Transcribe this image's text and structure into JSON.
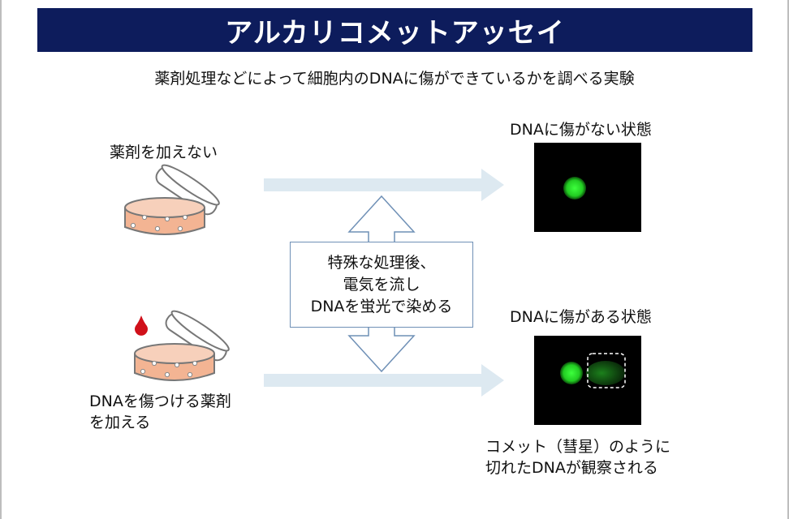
{
  "title": "アルカリコメットアッセイ",
  "subtitle": "薬剤処理などによって細胞内のDNAに傷ができているかを調べる実験",
  "conditions": {
    "no_drug": "薬剤を加えない",
    "drug_line1": "DNAを傷つける薬剤",
    "drug_line2": "を加える"
  },
  "process": {
    "line1": "特殊な処理後、",
    "line2": "電気を流し",
    "line3": "DNAを蛍光で染める"
  },
  "results": {
    "undamaged_label": "DNAに傷がない状態",
    "damaged_label": "DNAに傷がある状態",
    "comet_note_line1": "コメット（彗星）のように",
    "comet_note_line2": "切れたDNAが観察される"
  },
  "colors": {
    "title_bg": "#0d1c5c",
    "arrow_fill": "#dde9f1",
    "box_outline": "#6f90b6",
    "fluorescence": "#2bd12b",
    "drug_drop": "#d0101a",
    "medium": "#f3b493"
  }
}
